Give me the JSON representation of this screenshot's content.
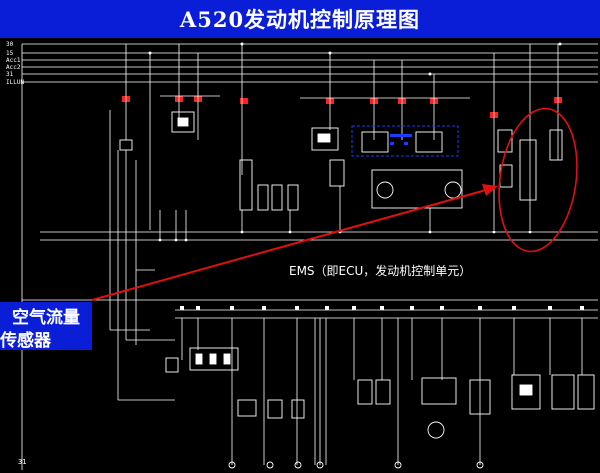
{
  "title": "A520发动机控制原理图",
  "rails": [
    "30",
    "15",
    "Acc1",
    "Acc2",
    "31",
    "ILLUN"
  ],
  "ems_label": "EMS（即ECU，发动机控制单元）",
  "callout": {
    "line1": "空气流量",
    "line2": "传感器"
  },
  "page_number": "31",
  "colors": {
    "title_bg": "#0a1ed8",
    "background": "#000000",
    "wire": "#ffffff",
    "highlight": "#e01010",
    "fuse": "#ff2020",
    "connector": "#1a3cff"
  }
}
